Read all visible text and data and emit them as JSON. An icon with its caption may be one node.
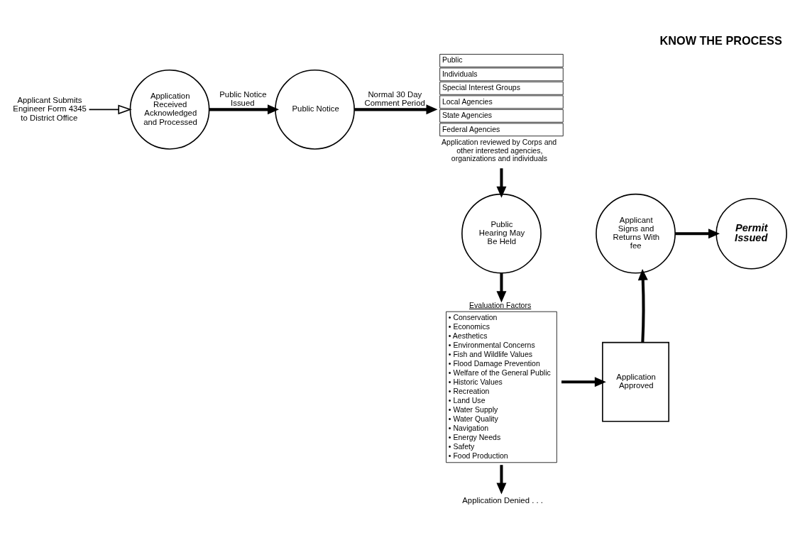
{
  "diagram": {
    "title": "KNOW THE PROCESS",
    "nodes": [
      {
        "text": [
          "Applicant Submits Engineer Form 4345 to District Office"
        ]
      },
      {
        "text": [
          "Application Received Acknowledged and Processed"
        ]
      },
      {
        "text": [
          "Public Notice"
        ]
      },
      {
        "text": [
          "Public",
          "Individuals",
          "Special Interest Groups",
          "Local Agencies",
          "State Agencies",
          "Federal Agencies"
        ],
        "beside": [
          "Application reviewed by Corps and other interested agencies, organizations and individuals"
        ]
      },
      {
        "text": [
          "Public Hearing May Be Held"
        ]
      },
      {
        "text": [
          "Evaluation Factors",
          "• Conservation",
          "• Economics",
          "• Aesthetics",
          "• Environmental Concerns",
          "• Fish and Wildlife Values",
          "• Flood Damage Prevention",
          "• Welfare of the General Public",
          "• Historic Values",
          "• Recreation",
          "• Land Use",
          "• Water Supply",
          "• Water Quality",
          "• Navigation",
          "• Energy Needs",
          "• Safety",
          "• Food Production"
        ]
      },
      {
        "text": [
          "Application Approved"
        ]
      },
      {
        "text": [
          "Application Denied . . ."
        ]
      },
      {
        "text": [
          "Applicant Signs and Returns With fee"
        ]
      },
      {
        "text": [
          "Permit Issued"
        ]
      }
    ],
    "edges": [
      {
        "from": 0,
        "to": 1,
        "arrow": "to"
      },
      {
        "from": 1,
        "to": 2,
        "arrow": "to",
        "label": "Public Notice Issued"
      },
      {
        "from": 2,
        "to": 3,
        "arrow": "to",
        "label": "Normal 30 Day Comment Period"
      },
      {
        "from": 3,
        "to": 4,
        "arrow": "to"
      },
      {
        "from": 4,
        "to": 5,
        "arrow": "to"
      },
      {
        "from": 5,
        "to": 6,
        "arrow": "to"
      },
      {
        "from": 5,
        "to": 7,
        "arrow": "to"
      },
      {
        "from": 6,
        "to": 8,
        "arrow": "to"
      },
      {
        "from": 8,
        "to": 9,
        "arrow": "to"
      }
    ]
  }
}
